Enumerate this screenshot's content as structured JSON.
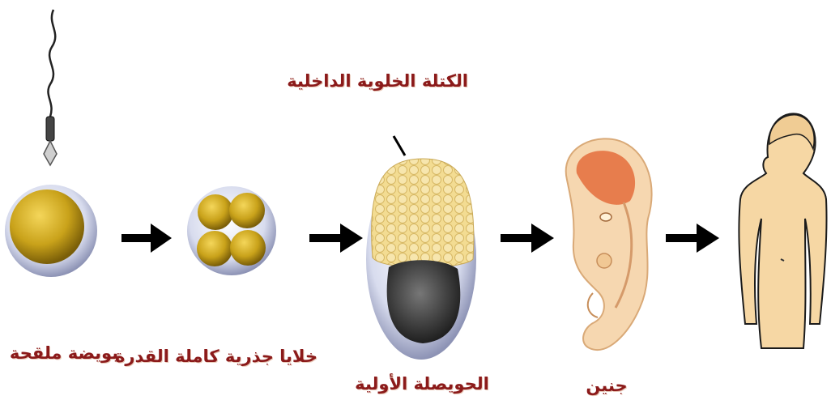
{
  "stages": [
    {
      "id": "fertilized-egg",
      "label": "بويضة ملقحة"
    },
    {
      "id": "totipotent-cells",
      "label": "خلايا جذرية كاملة القدرة"
    },
    {
      "id": "blastocyst",
      "label": "الحويصلة الأولية"
    },
    {
      "id": "embryo",
      "label": "جنين"
    },
    {
      "id": "human",
      "label": ""
    }
  ],
  "annotation": {
    "label": "الكتلة الخلوية الداخلية"
  },
  "colors": {
    "label_text": "#8b1a1a",
    "yolk": "#c9a21a",
    "shell": "#cfd3e6",
    "cell_mass": "#f3dc92",
    "cavity": "#3a3a3a",
    "embryo_skin": "#f6d7b0",
    "embryo_inner": "#e46d3c",
    "human_skin": "#f6d7a4",
    "arrow": "#000000"
  }
}
